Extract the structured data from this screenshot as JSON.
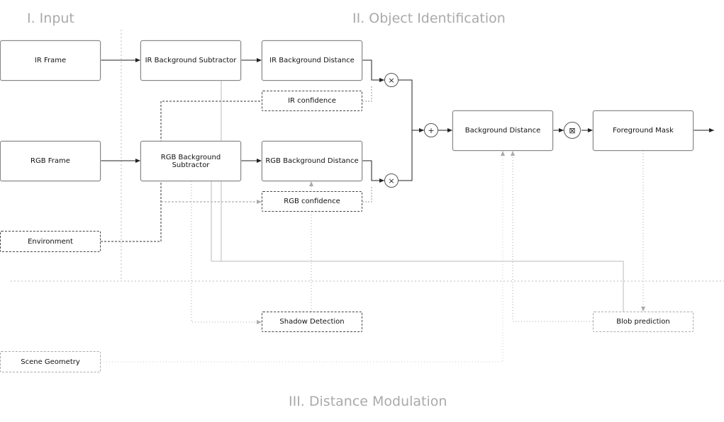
{
  "sections": {
    "input": "I. Input",
    "object_identification": "II. Object Identification",
    "distance_modulation": "III. Distance Modulation"
  },
  "nodes": {
    "ir_frame": "IR Frame",
    "rgb_frame": "RGB Frame",
    "environment": "Environment",
    "scene_geometry": "Scene Geometry",
    "ir_bg_subtractor": "IR Background Subtractor",
    "rgb_bg_subtractor": "RGB Background Subtractor",
    "ir_bg_distance": "IR Background Distance",
    "rgb_bg_distance": "RGB Background Distance",
    "ir_confidence": "IR confidence",
    "rgb_confidence": "RGB confidence",
    "background_distance": "Background Distance",
    "foreground_mask": "Foreground Mask",
    "shadow_detection": "Shadow Detection",
    "blob_prediction": "Blob prediction"
  },
  "operators": {
    "ir_multiply": "×",
    "rgb_multiply": "×",
    "sum": "+",
    "threshold": "⊠"
  }
}
